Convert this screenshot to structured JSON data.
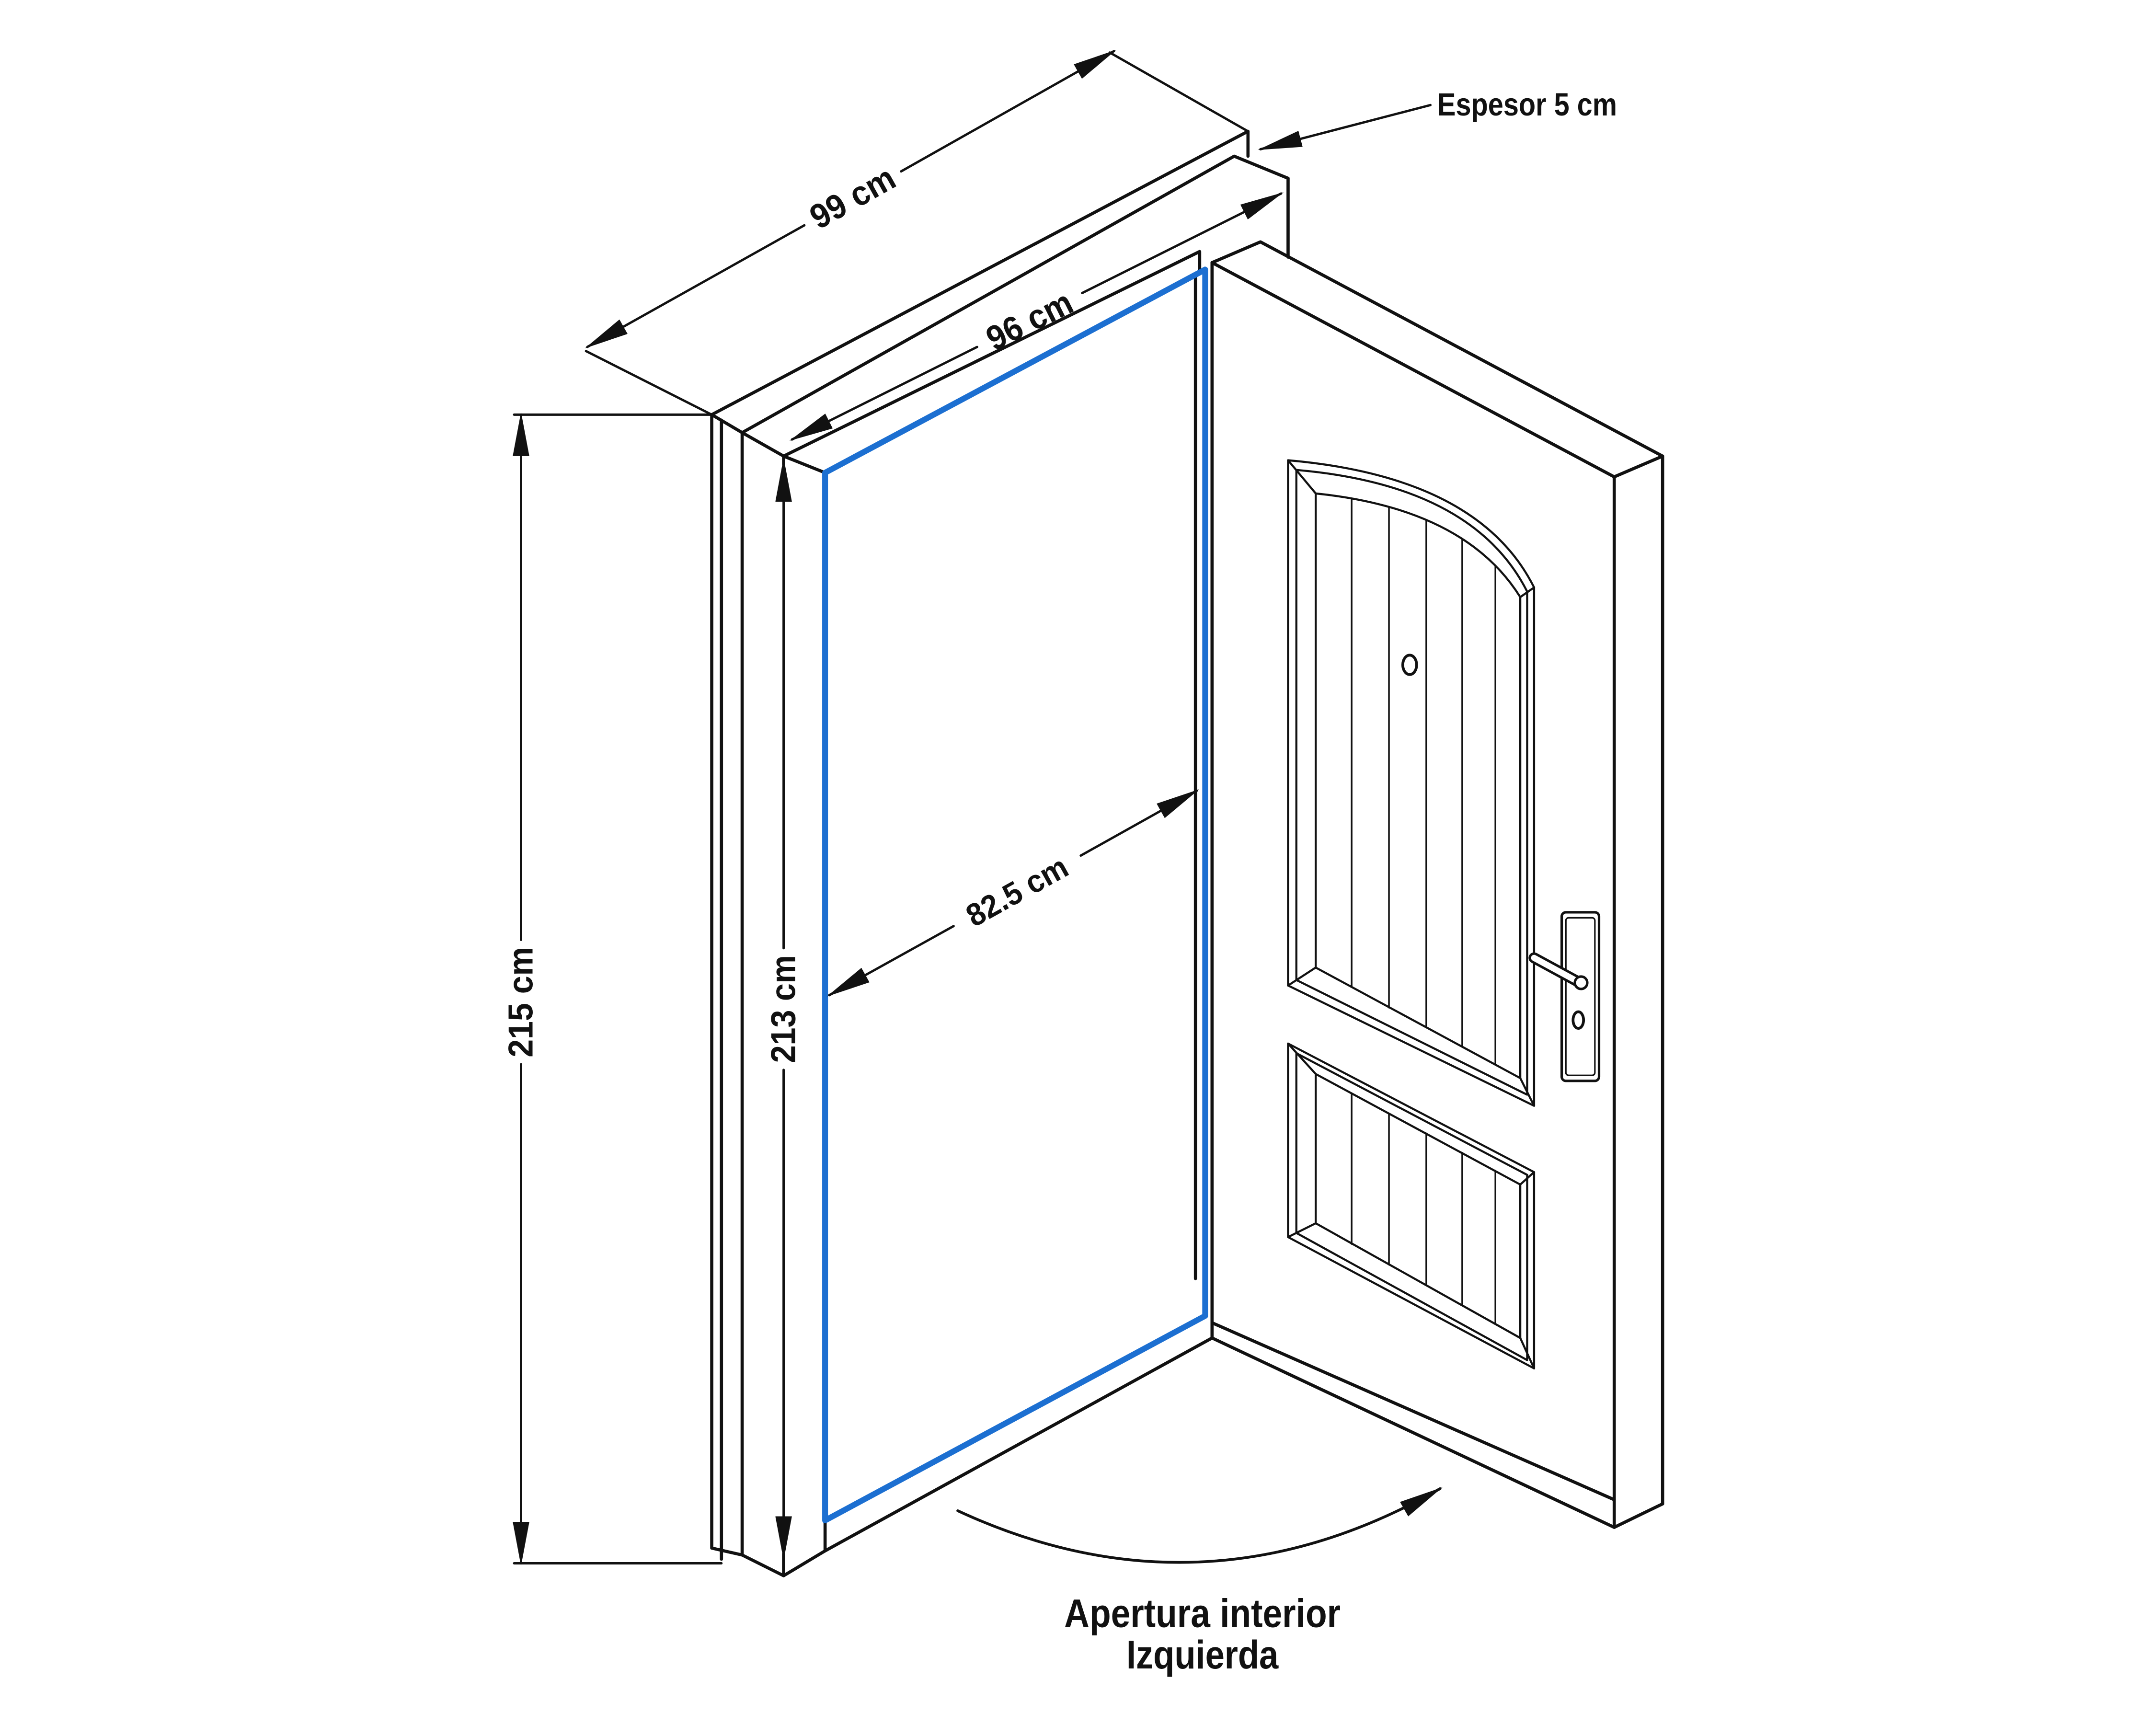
{
  "dimensions": {
    "outer_width": "99 cm",
    "inner_width": "96 cm",
    "thickness": "Espesor 5 cm",
    "outer_height": "215 cm",
    "inner_height": "213 cm",
    "opening_width": "82.5 cm"
  },
  "opening": {
    "direction_line1": "Apertura interior",
    "direction_line2": "Izquierda"
  },
  "colors": {
    "line": "#111111",
    "opening_outline": "#1c6fd1"
  }
}
